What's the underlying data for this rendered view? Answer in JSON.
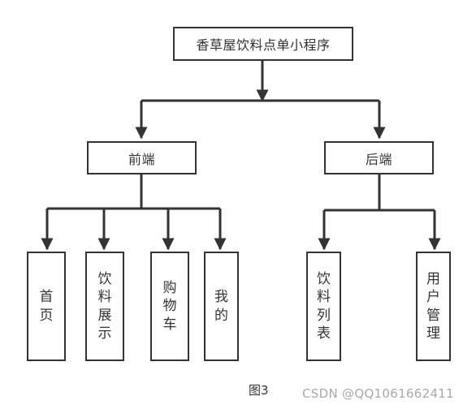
{
  "diagram": {
    "root": "香草屋饮料点单小程序",
    "frontend": {
      "label": "前端",
      "children": [
        "首页",
        "饮料展示",
        "购物车",
        "我的"
      ]
    },
    "backend": {
      "label": "后端",
      "children": [
        "饮料列表",
        "用户管理"
      ]
    }
  },
  "caption": "图3",
  "watermark": "CSDN @QQ1061662411",
  "colors": {
    "line": "#333333",
    "watermark": "#a9a9a9"
  }
}
